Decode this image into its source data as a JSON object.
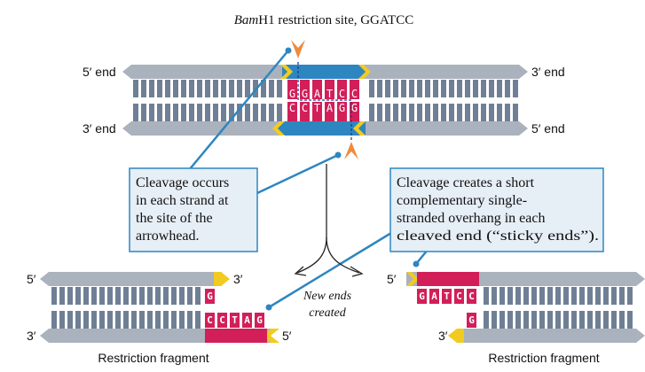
{
  "title": {
    "italic": "Bam",
    "rest": "H1 restriction site, GGATCC"
  },
  "colors": {
    "backbone": "#aab2bd",
    "rung": "#6f7f95",
    "site": "#2e86c1",
    "magenta": "#d21f5a",
    "yellow": "#f1cb1f",
    "arrowhead": "#f08a3e",
    "callout_fill": "#e6eef6",
    "callout_border": "#2e86c1",
    "leader": "#2e86c1"
  },
  "dna": {
    "top_left": "5′ end",
    "top_right": "3′ end",
    "bottom_left": "3′ end",
    "bottom_right": "5′ end",
    "top_seq": [
      "G",
      "G",
      "A",
      "T",
      "C",
      "C"
    ],
    "bottom_seq": [
      "C",
      "C",
      "T",
      "A",
      "G",
      "G"
    ]
  },
  "callout_left": {
    "lines": [
      "Cleavage occurs",
      "in each strand at",
      "the site of the",
      "arrowhead."
    ]
  },
  "callout_right": {
    "lines": [
      "Cleavage creates a short",
      "complementary single-",
      "stranded overhang in each",
      "cleaved end (“sticky ends”)."
    ]
  },
  "new_ends": [
    "New ends",
    "created"
  ],
  "left_fragment": {
    "top_left": "5′",
    "top_right": "3′",
    "bottom_left": "3′",
    "bottom_right": "5′",
    "overhang_g": "G",
    "overhang_seq": [
      "C",
      "C",
      "T",
      "A",
      "G"
    ],
    "caption": "Restriction fragment"
  },
  "right_fragment": {
    "top_left": "5′",
    "bottom_left": "3′",
    "overhang_seq": [
      "G",
      "A",
      "T",
      "C",
      "C"
    ],
    "overhang_g": "G",
    "caption": "Restriction fragment"
  }
}
